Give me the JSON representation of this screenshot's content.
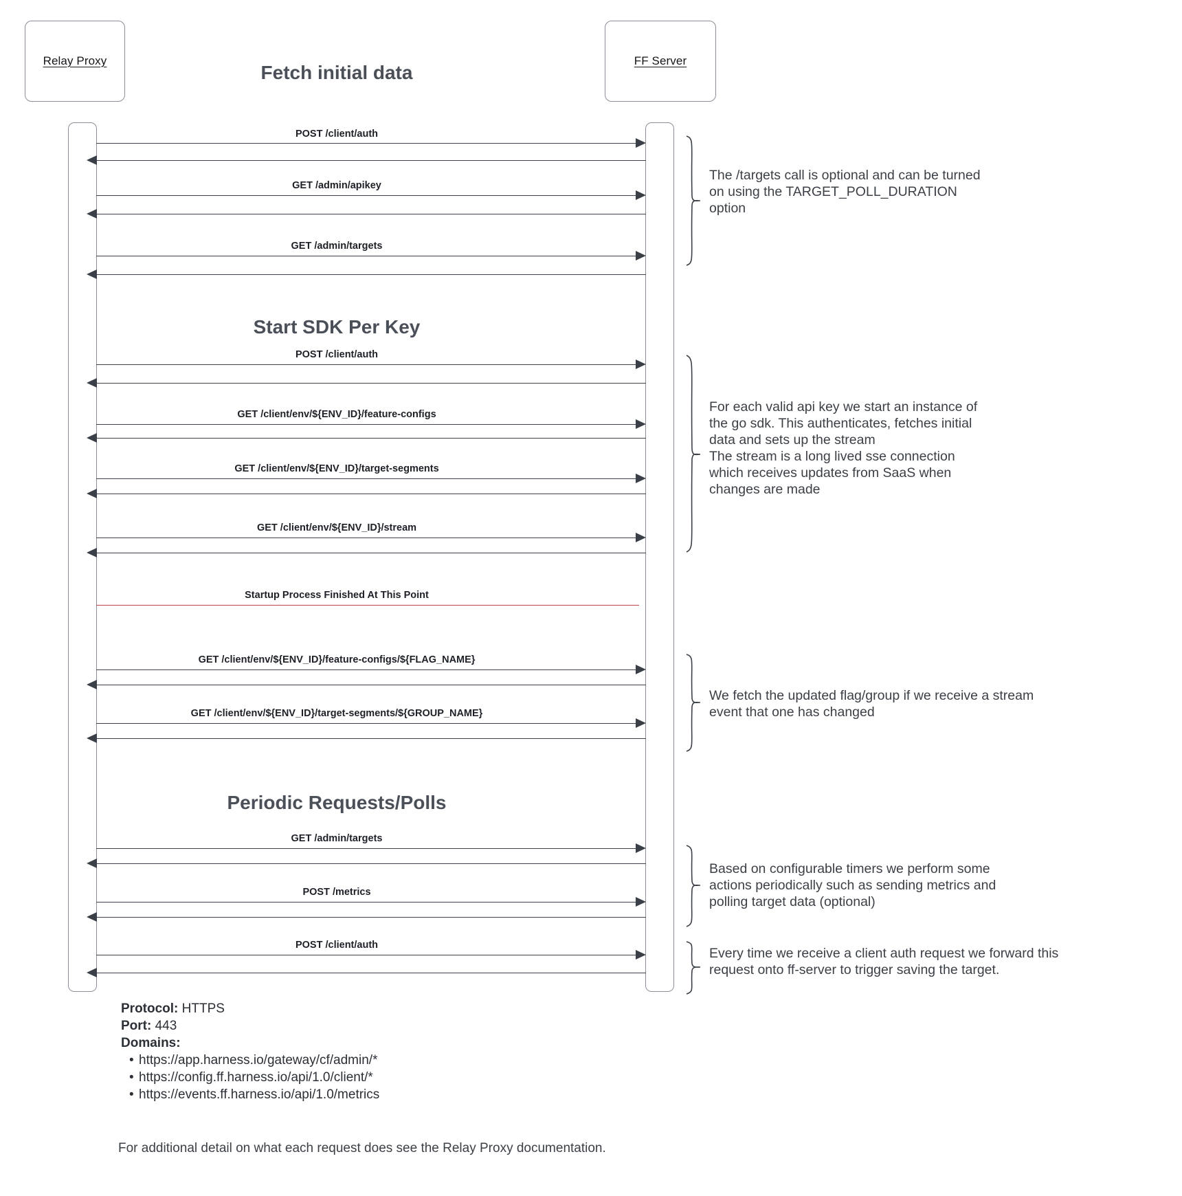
{
  "diagram": {
    "participants": [
      {
        "id": "relay-proxy",
        "label": "Relay Proxy"
      },
      {
        "id": "ff-server",
        "label": "FF Server"
      }
    ],
    "sections": [
      {
        "id": "fetch-initial-data",
        "title": "Fetch initial data"
      },
      {
        "id": "start-sdk-per-key",
        "title": "Start SDK Per Key"
      },
      {
        "id": "periodic-requests",
        "title": "Periodic Requests/Polls"
      }
    ],
    "divider": {
      "label": "Startup Process Finished At This Point",
      "color": "#b8444a"
    },
    "messages": [
      {
        "id": "m1",
        "label": "POST /client/auth"
      },
      {
        "id": "m2",
        "label": "GET /admin/apikey"
      },
      {
        "id": "m3",
        "label": "GET /admin/targets"
      },
      {
        "id": "m4",
        "label": "POST /client/auth"
      },
      {
        "id": "m5",
        "label": "GET /client/env/${ENV_ID}/feature-configs"
      },
      {
        "id": "m6",
        "label": "GET /client/env/${ENV_ID}/target-segments"
      },
      {
        "id": "m7",
        "label": "GET /client/env/${ENV_ID}/stream"
      },
      {
        "id": "m8",
        "label": "GET /client/env/${ENV_ID}/feature-configs/${FLAG_NAME}"
      },
      {
        "id": "m9",
        "label": "GET /client/env/${ENV_ID}/target-segments/${GROUP_NAME}"
      },
      {
        "id": "m10",
        "label": "GET /admin/targets"
      },
      {
        "id": "m11",
        "label": "POST /metrics"
      },
      {
        "id": "m12",
        "label": "POST /client/auth"
      }
    ],
    "notes": [
      {
        "id": "note-targets-optional",
        "text": "The /targets call is optional and can be turned\non using the TARGET_POLL_DURATION\noption"
      },
      {
        "id": "note-sdk-instance",
        "text": "For each valid api key we start an instance of\nthe go sdk. This authenticates, fetches initial\ndata and sets up the stream\nThe stream is a long lived sse connection\nwhich receives updates from SaaS when\nchanges are made"
      },
      {
        "id": "note-stream-update",
        "text": "We fetch the updated flag/group if we receive a stream\nevent that one has changed"
      },
      {
        "id": "note-periodic-timers",
        "text": "Based on configurable timers we perform some\nactions periodically such as sending metrics and\npolling target data (optional)"
      },
      {
        "id": "note-client-auth-forward",
        "text": "Every time we receive a client auth request we forward this\nrequest onto ff-server to trigger saving the target."
      }
    ]
  },
  "footer": {
    "protocol_key": "Protocol:",
    "protocol_value": "HTTPS",
    "port_key": "Port:",
    "port_value": "443",
    "domains_key": "Domains:",
    "domains": [
      "https://app.harness.io/gateway/cf/admin/*",
      "https://config.ff.harness.io/api/1.0/client/*",
      "https://events.ff.harness.io/api/1.0/metrics"
    ],
    "closing_note": "For additional detail on what each request does see the Relay Proxy documentation."
  }
}
